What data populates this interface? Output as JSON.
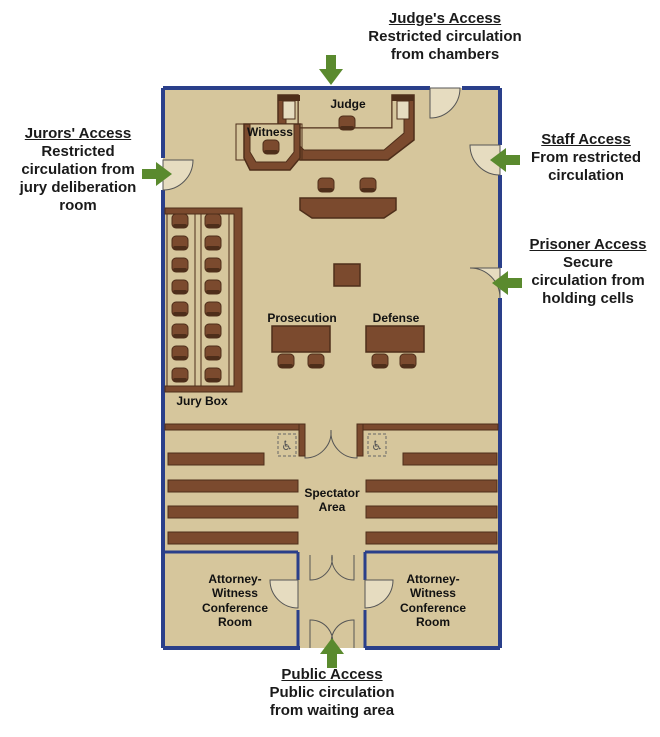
{
  "labels": {
    "judge": "Judge",
    "witness": "Witness",
    "jury_box": "Jury Box",
    "prosecution": "Prosecution",
    "defense": "Defense",
    "spectator_area": "Spectator\nArea",
    "conference_left": "Attorney-\nWitness\nConference\nRoom",
    "conference_right": "Attorney-\nWitness\nConference\nRoom"
  },
  "access": {
    "judge": {
      "title": "Judge's Access",
      "desc": "Restricted circulation\nfrom chambers"
    },
    "jurors": {
      "title": "Jurors' Access",
      "desc": "Restricted\ncirculation from\njury deliberation\nroom"
    },
    "staff": {
      "title": "Staff Access",
      "desc": "From restricted\ncirculation"
    },
    "prisoner": {
      "title": "Prisoner Access",
      "desc": "Secure\ncirculation from\nholding cells"
    },
    "public": {
      "title": "Public Access",
      "desc": "Public circulation\nfrom waiting area"
    }
  },
  "icons": {
    "accessible": "wheelchair-icon",
    "arrow": "arrow-icon"
  },
  "colors": {
    "floor": "#d6c69c",
    "wall": "#2a3f8a",
    "furniture": "#7b4a2e",
    "furniture_dark": "#4e2e1a",
    "arrow": "#5a8a2e"
  }
}
